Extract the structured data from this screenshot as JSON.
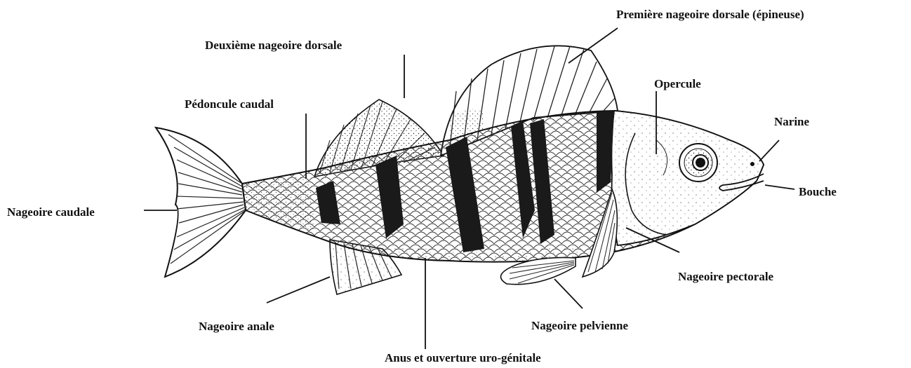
{
  "figure": {
    "labels": {
      "premiere_dorsale": "Première nageoire dorsale (épineuse)",
      "deuxieme_dorsale": "Deuxième nageoire dorsale",
      "opercule": "Opercule",
      "pedoncule": "Pédoncule caudal",
      "narine": "Narine",
      "bouche": "Bouche",
      "caudale": "Nageoire caudale",
      "pectorale": "Nageoire pectorale",
      "anale": "Nageoire anale",
      "pelvienne": "Nageoire pelvienne",
      "anus": "Anus et ouverture uro-génitale"
    },
    "colors": {
      "ink": "#111111",
      "band": "#1a1a1a",
      "paper": "#ffffff"
    }
  }
}
